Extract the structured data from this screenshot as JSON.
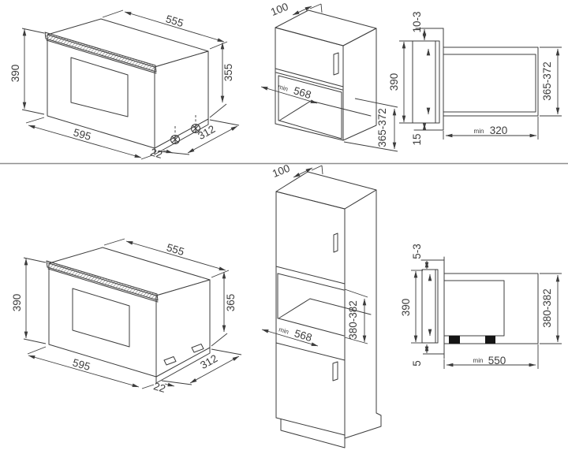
{
  "colors": {
    "line": "#3c3c3c",
    "divider": "#8f8f8f",
    "bg": "#ffffff",
    "foot": "#151515"
  },
  "top_row": {
    "oven": {
      "width_top": "555",
      "height_front": "390",
      "height_back": "355",
      "width_bottom": "595",
      "depth_bottom": "312",
      "door_thickness": "22"
    },
    "cabinet": {
      "rear_gap": "100",
      "min_label": "min",
      "min_depth": "568",
      "niche_height": "365-372"
    },
    "section": {
      "top_inset": "10-3",
      "opening_height": "390",
      "bottom_inset": "15",
      "body_height": "365-372",
      "min_label": "min",
      "min_depth": "320"
    }
  },
  "bottom_row": {
    "oven": {
      "width_top": "555",
      "height_front": "390",
      "height_back": "365",
      "width_bottom": "595",
      "depth_bottom": "312",
      "door_thickness": "22"
    },
    "cabinet": {
      "rear_gap": "100",
      "min_label": "min",
      "min_depth": "568",
      "niche_height": "380-382"
    },
    "section": {
      "top_inset": "5-3",
      "opening_height": "390",
      "bottom_inset": "5",
      "body_height": "380-382",
      "min_label": "min",
      "min_depth": "550"
    }
  }
}
